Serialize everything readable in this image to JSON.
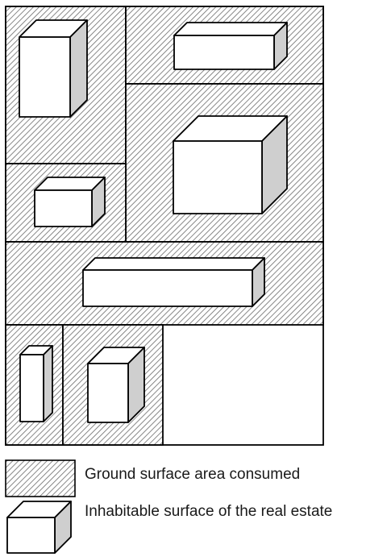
{
  "colors": {
    "hatch_line": "#6a6a6a",
    "outline": "#000000",
    "box_top": "#ffffff",
    "box_front": "#ffffff",
    "box_side": "#cfcfcf"
  },
  "legend": {
    "items": [
      {
        "label": "Ground surface area consumed",
        "icon": "hatched-square"
      },
      {
        "label": "Inhabitable surface of the real estate",
        "icon": "white-box"
      }
    ]
  }
}
